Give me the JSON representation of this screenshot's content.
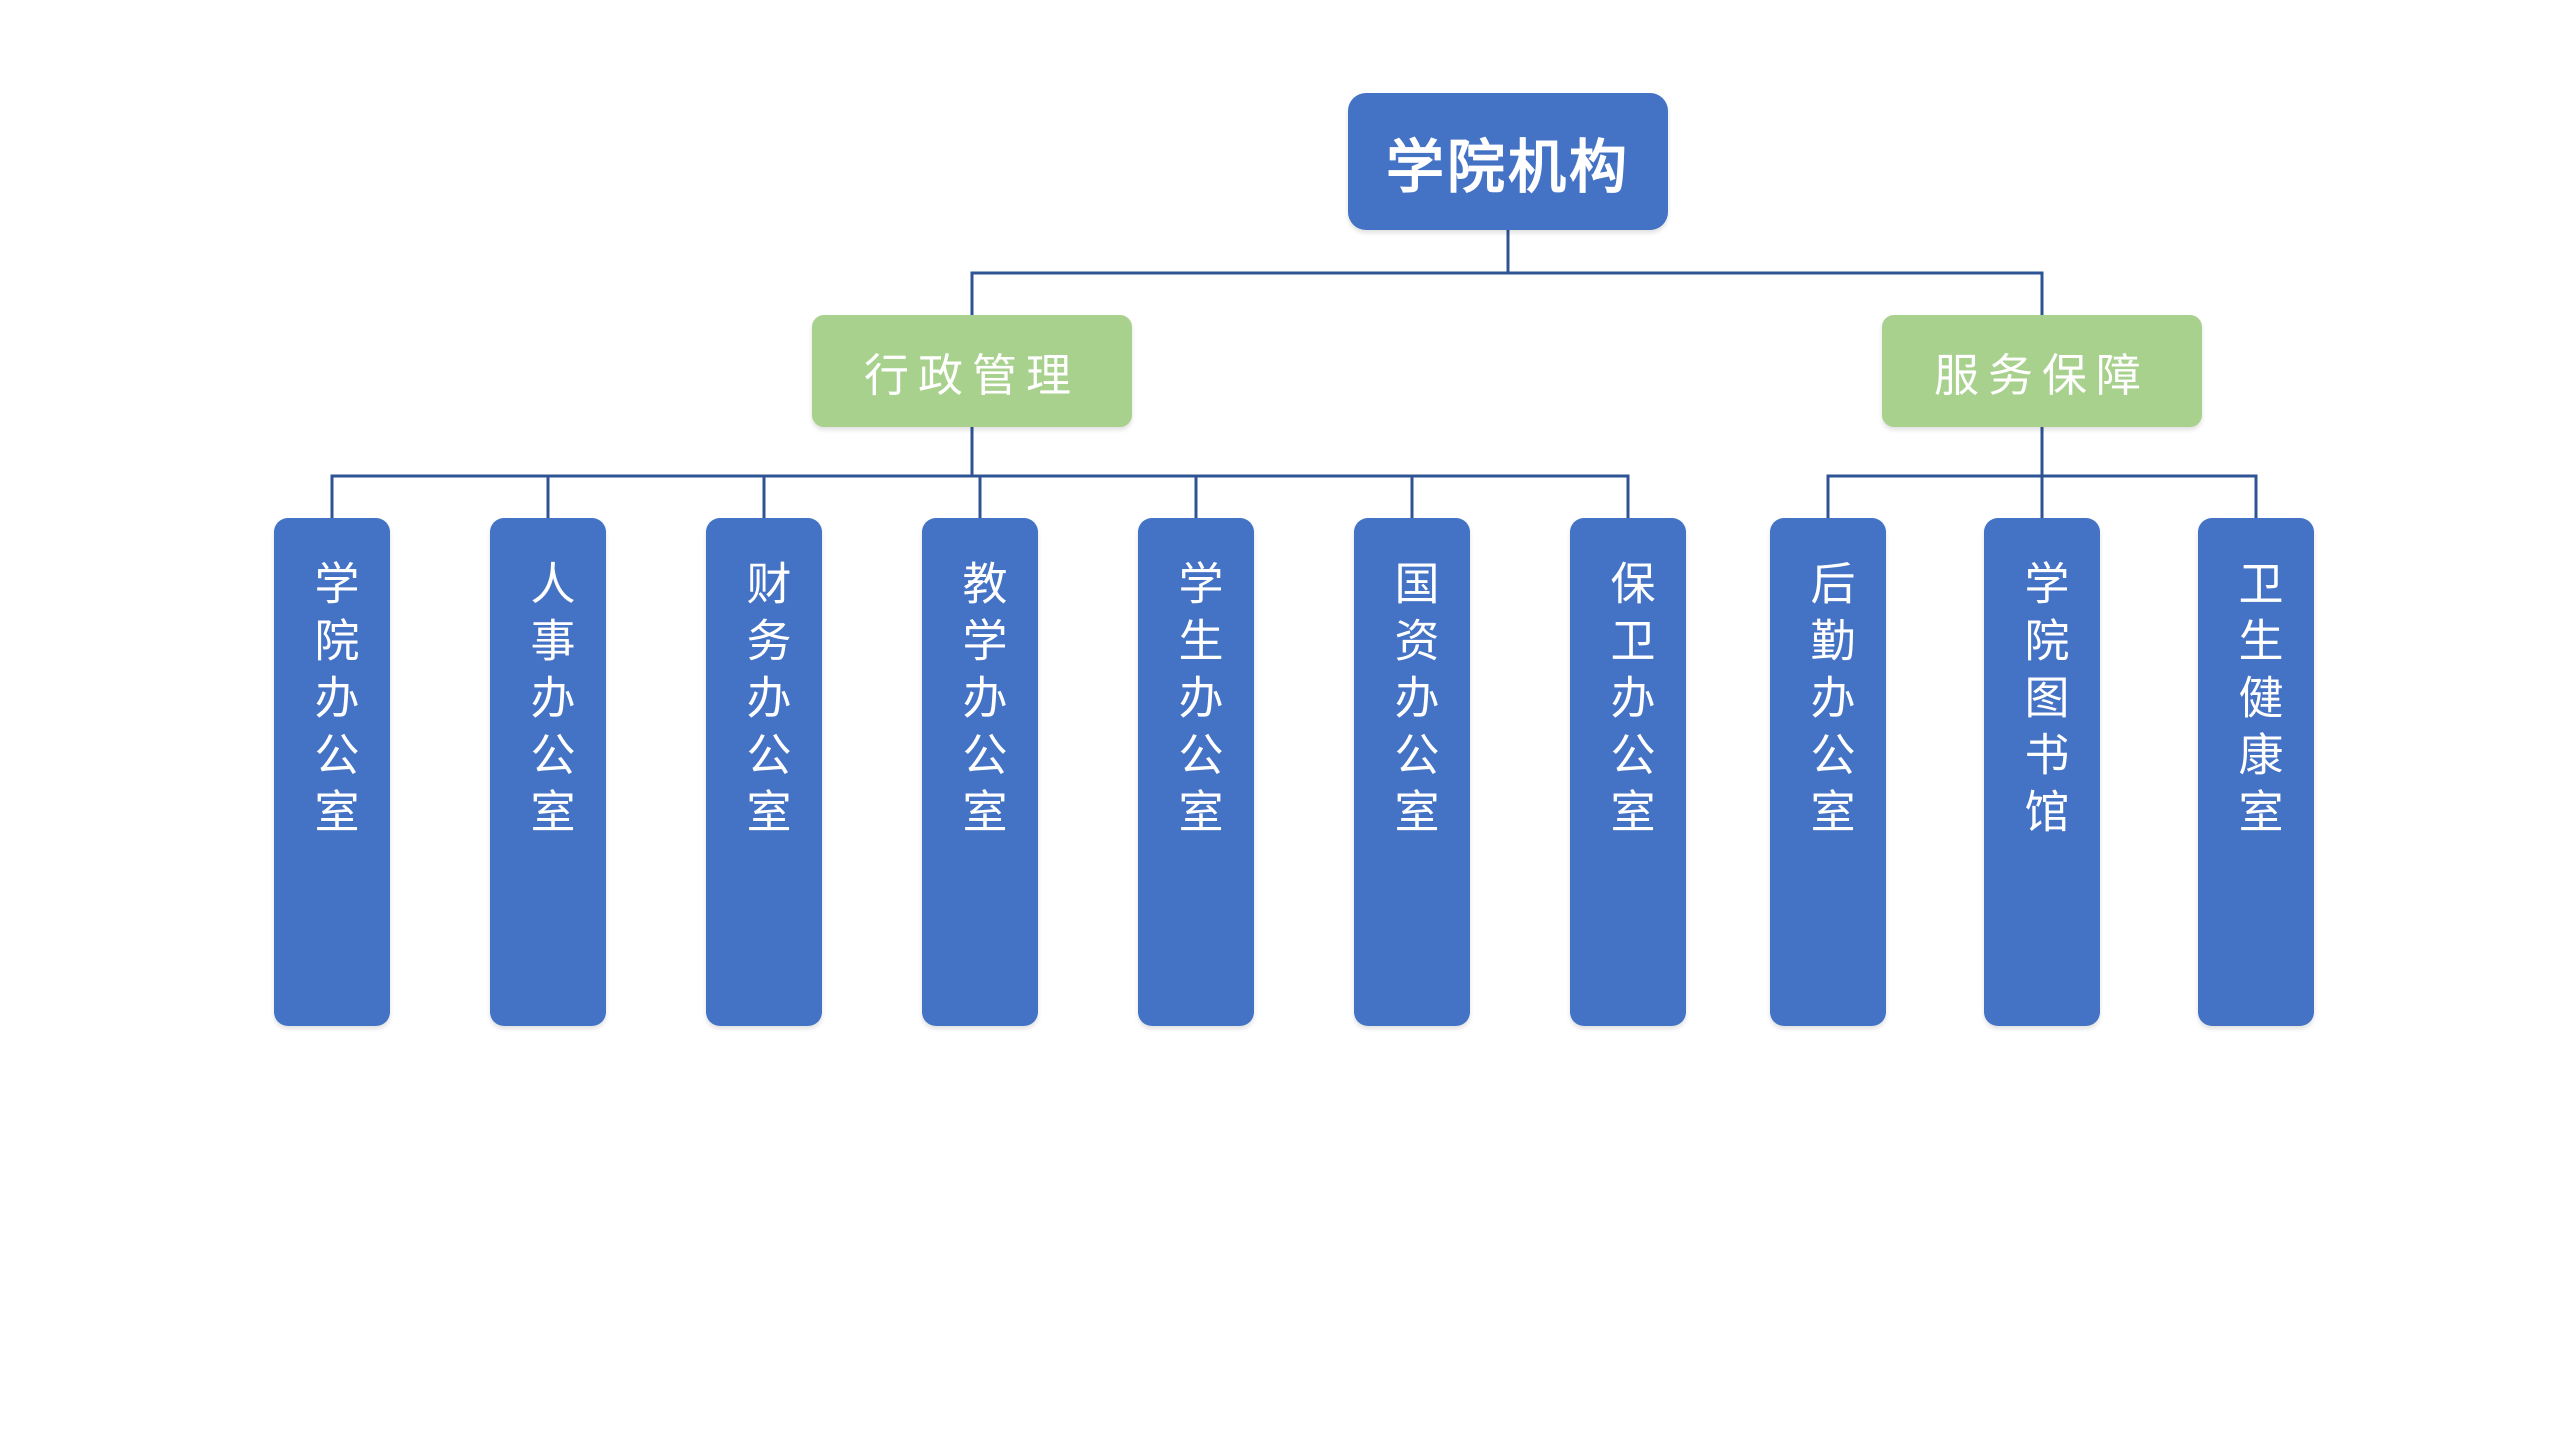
{
  "diagram": {
    "type": "org-chart",
    "title": "学院机构"
  },
  "colors": {
    "node_blue": "#4472C4",
    "node_green": "#A9D18E",
    "connector": "#2F5496",
    "node_text": "#FFFFFF",
    "background": "#FFFFFF"
  },
  "chart": {
    "root": {
      "label": "学院机构"
    },
    "groups": [
      {
        "label": "行政管理",
        "children": [
          {
            "label": "学院办公室"
          },
          {
            "label": "人事办公室"
          },
          {
            "label": "财务办公室"
          },
          {
            "label": "教学办公室"
          },
          {
            "label": "学生办公室"
          },
          {
            "label": "国资办公室"
          },
          {
            "label": "保卫办公室"
          }
        ]
      },
      {
        "label": "服务保障",
        "children": [
          {
            "label": "后勤办公室"
          },
          {
            "label": "学院图书馆"
          },
          {
            "label": "卫生健康室"
          }
        ]
      }
    ]
  }
}
